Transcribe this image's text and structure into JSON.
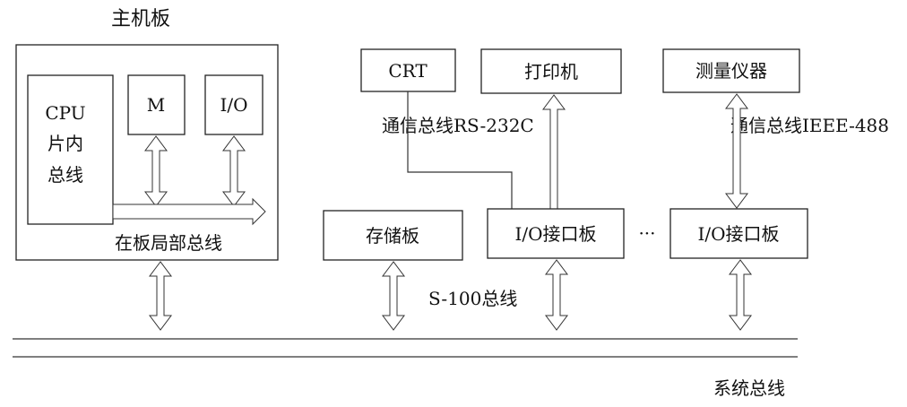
{
  "diagram": {
    "main_board_title": "主机板",
    "cpu_line1": "CPU",
    "cpu_line2": "片内",
    "cpu_line3": "总线",
    "m_label": "M",
    "io_label": "I/O",
    "local_bus_label": "在板局部总线",
    "crt_label": "CRT",
    "printer_label": "打印机",
    "instrument_label": "测量仪器",
    "rs232_label": "通信总线RS-232C",
    "ieee488_label": "通信总线IEEE-488",
    "storage_board_label": "存储板",
    "io_board1_label": "I/O接口板",
    "ellipsis_label": "···",
    "io_board2_label": "I/O接口板",
    "s100_label": "S-100总线",
    "system_bus_label": "系统总线"
  }
}
